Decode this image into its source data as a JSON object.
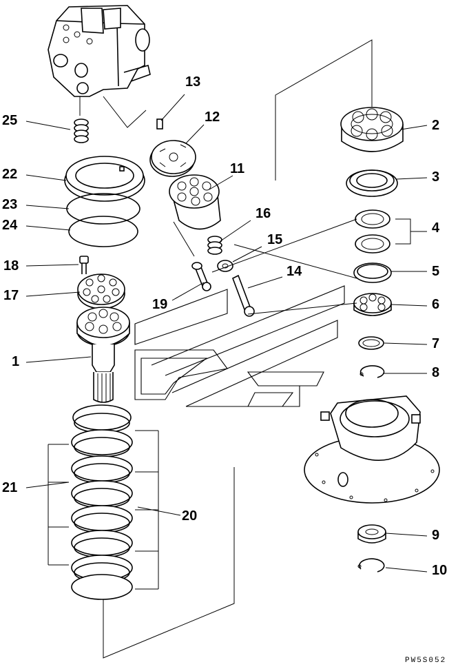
{
  "diagram": {
    "drawing_code": "PW5S052",
    "callouts": [
      "1",
      "2",
      "3",
      "4",
      "5",
      "6",
      "7",
      "8",
      "9",
      "10",
      "11",
      "12",
      "13",
      "14",
      "15",
      "16",
      "17",
      "18",
      "19",
      "20",
      "21",
      "22",
      "23",
      "24",
      "25"
    ]
  }
}
